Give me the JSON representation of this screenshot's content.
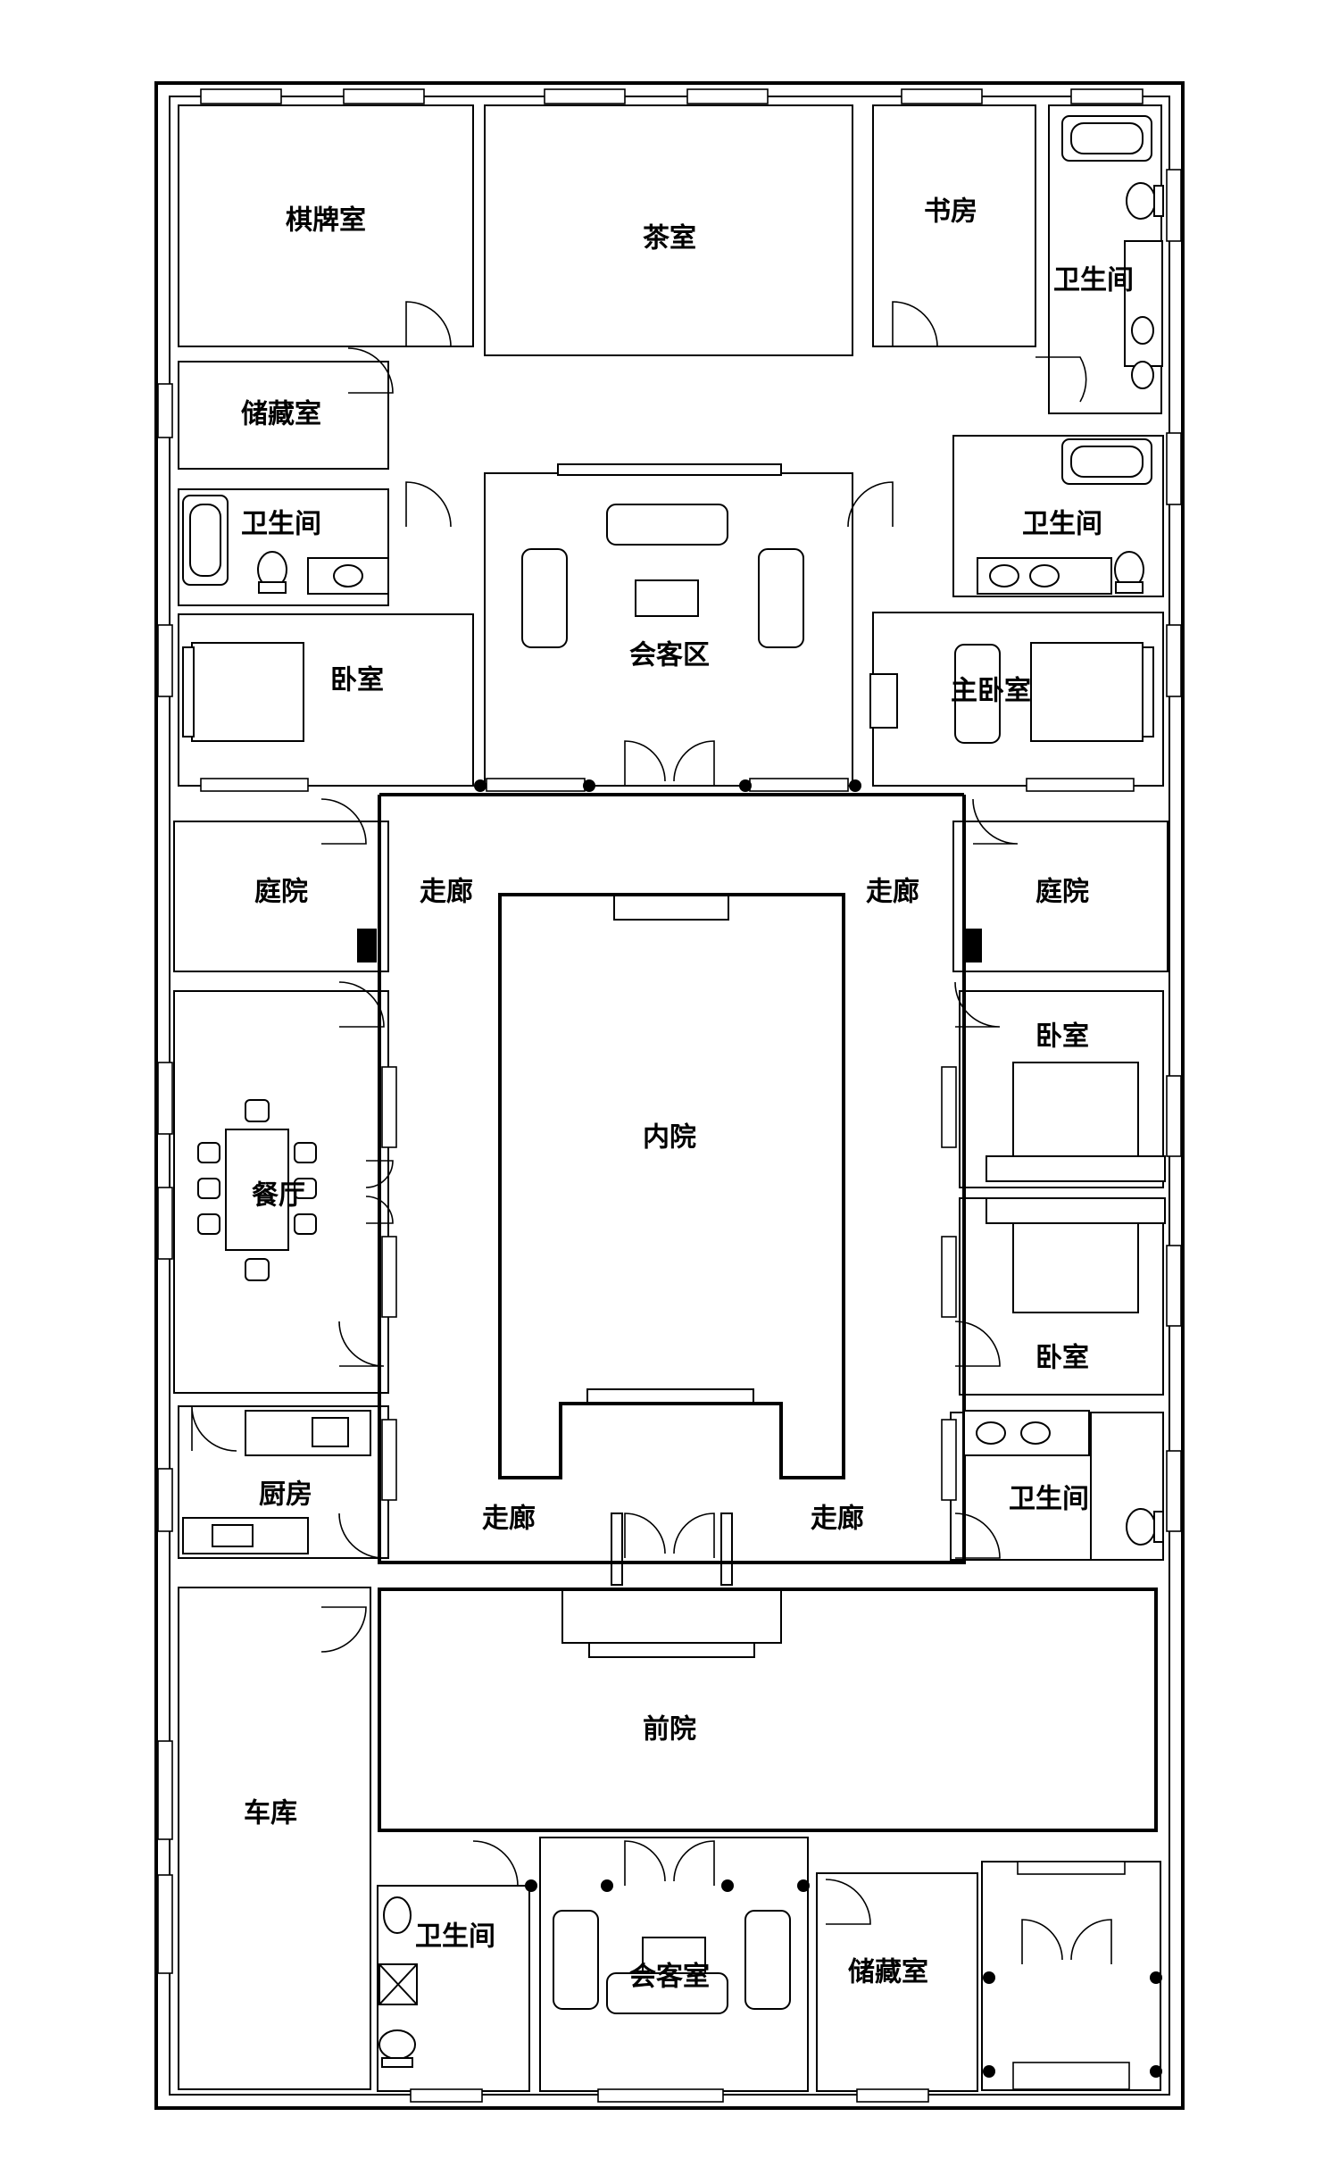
{
  "rooms": {
    "chess_room": "棋牌室",
    "tea_room": "茶室",
    "study": "书房",
    "bath_ne": "卫生间",
    "storage_nw": "储藏室",
    "bath_w": "卫生间",
    "bath_e": "卫生间",
    "bedroom_w": "卧室",
    "living_area": "会客区",
    "master_bedroom": "主卧室",
    "courtyard_w": "庭院",
    "courtyard_e": "庭院",
    "corridor_nw": "走廊",
    "corridor_ne": "走廊",
    "bedroom_e1": "卧室",
    "inner_courtyard": "内院",
    "dining": "餐厅",
    "bedroom_e2": "卧室",
    "kitchen": "厨房",
    "corridor_sw": "走廊",
    "corridor_se": "走廊",
    "bath_se": "卫生间",
    "front_yard": "前院",
    "garage": "车库",
    "bath_s": "卫生间",
    "reception": "会客室",
    "storage_s": "储藏室"
  },
  "icons": [
    "door-swing-icon",
    "window-icon",
    "bed-icon",
    "sofa-icon",
    "bathtub-icon",
    "toilet-icon",
    "sink-icon",
    "dining-table-icon",
    "column-icon"
  ]
}
